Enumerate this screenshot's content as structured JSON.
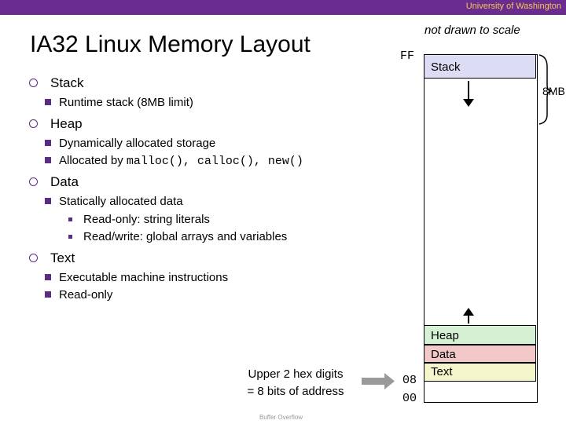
{
  "header": {
    "org": "University of Washington"
  },
  "slide": {
    "title": "IA32 Linux Memory Layout",
    "note": "not drawn to scale",
    "footer": "Buffer Overflow"
  },
  "bullets": {
    "stack": {
      "label": "Stack",
      "sub1": "Runtime stack (8MB limit)"
    },
    "heap": {
      "label": "Heap",
      "sub1": "Dynamically allocated storage",
      "sub2_prefix": "Allocated by ",
      "sub2_code": "malloc(), calloc(), new()"
    },
    "data": {
      "label": "Data",
      "sub1": "Statically allocated data",
      "sub1a": "Read-only: string literals",
      "sub1b": "Read/write: global arrays and variables"
    },
    "text": {
      "label": "Text",
      "sub1": "Executable machine instructions",
      "sub2": "Read-only"
    }
  },
  "diagram": {
    "top_addr": "FF",
    "addr_08": "08",
    "addr_00": "00",
    "size_label": "8MB",
    "segments": {
      "stack": "Stack",
      "heap": "Heap",
      "data": "Data",
      "text": "Text"
    },
    "colors": {
      "stack": "#dcdcf5",
      "heap": "#d6f0d4",
      "data": "#f2c8c8",
      "text": "#f5f5cc"
    },
    "caption_line1": "Upper 2 hex digits",
    "caption_line2": "= 8 bits of address"
  }
}
